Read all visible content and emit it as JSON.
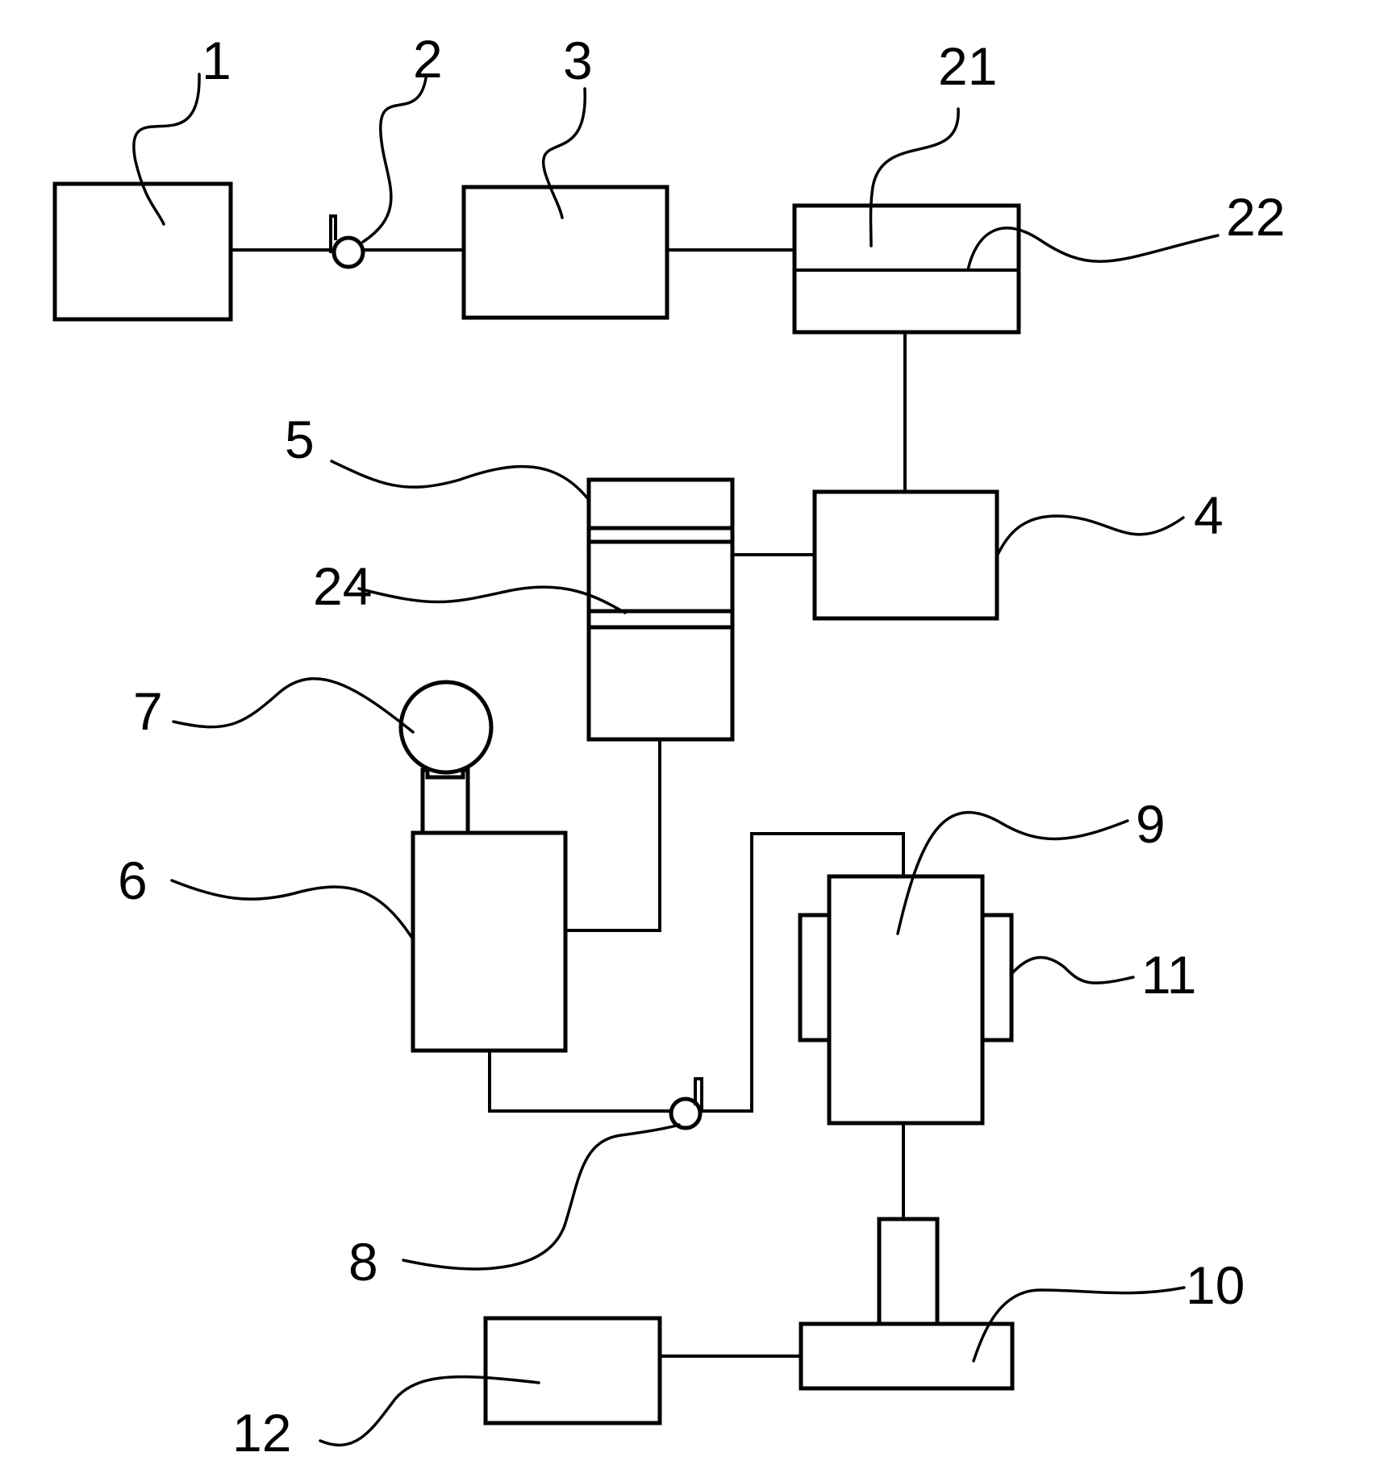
{
  "labels": {
    "l1": "1",
    "l2": "2",
    "l3": "3",
    "l4": "4",
    "l5": "5",
    "l6": "6",
    "l7": "7",
    "l8": "8",
    "l9": "9",
    "l10": "10",
    "l11": "11",
    "l12": "12",
    "l21": "21",
    "l22": "22",
    "l24": "24"
  },
  "colors": {
    "ink": "#000000",
    "paper": "#ffffff"
  }
}
